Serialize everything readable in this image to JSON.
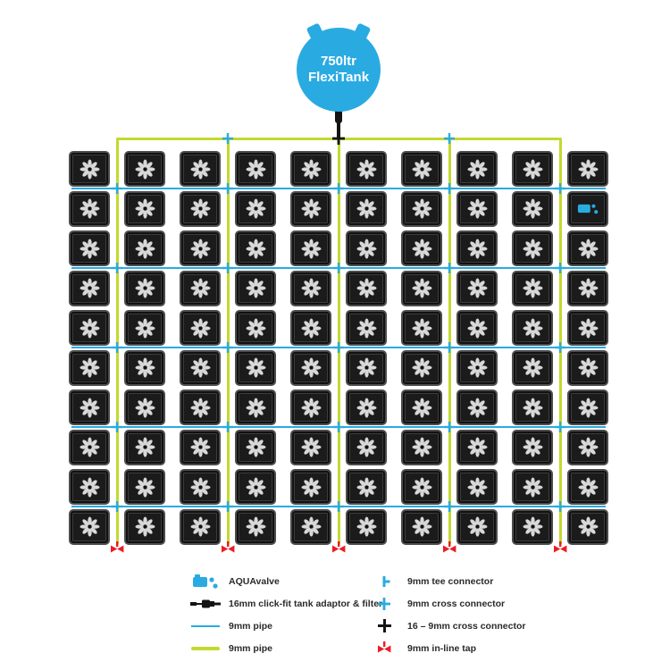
{
  "tank": {
    "label_line1": "750ltr",
    "label_line2": "FlexiTank"
  },
  "colors": {
    "pipe_blue": "#29abe2",
    "pipe_lime": "#c3d930",
    "tap_red": "#ec1c24",
    "fitting_black": "#141414",
    "pot_dark": "#1b1b1b"
  },
  "grid": {
    "rows": 10,
    "cols": 10,
    "pot_icon": "flower-icon",
    "aquavalve_pot": {
      "row": 1,
      "col": 9
    }
  },
  "system": {
    "vertical_feed_runs": 5,
    "tray_feed_lines": 5,
    "inline_taps": 5
  },
  "legend": {
    "left": [
      {
        "icon": "aquavalve-icon",
        "label": "AQUAvalve"
      },
      {
        "icon": "tank-adaptor-icon",
        "label": "16mm click-fit tank adaptor & filter"
      },
      {
        "icon": "pipe-blue-icon",
        "label": "9mm pipe"
      },
      {
        "icon": "pipe-lime-icon",
        "label": "9mm pipe"
      }
    ],
    "right": [
      {
        "icon": "tee-connector-icon",
        "label": "9mm tee connector"
      },
      {
        "icon": "cross-connector-icon",
        "label": "9mm cross connector"
      },
      {
        "icon": "cross-16-9-connector-icon",
        "label": "16 – 9mm cross connector"
      },
      {
        "icon": "inline-tap-icon",
        "label": "9mm in-line tap"
      }
    ]
  }
}
